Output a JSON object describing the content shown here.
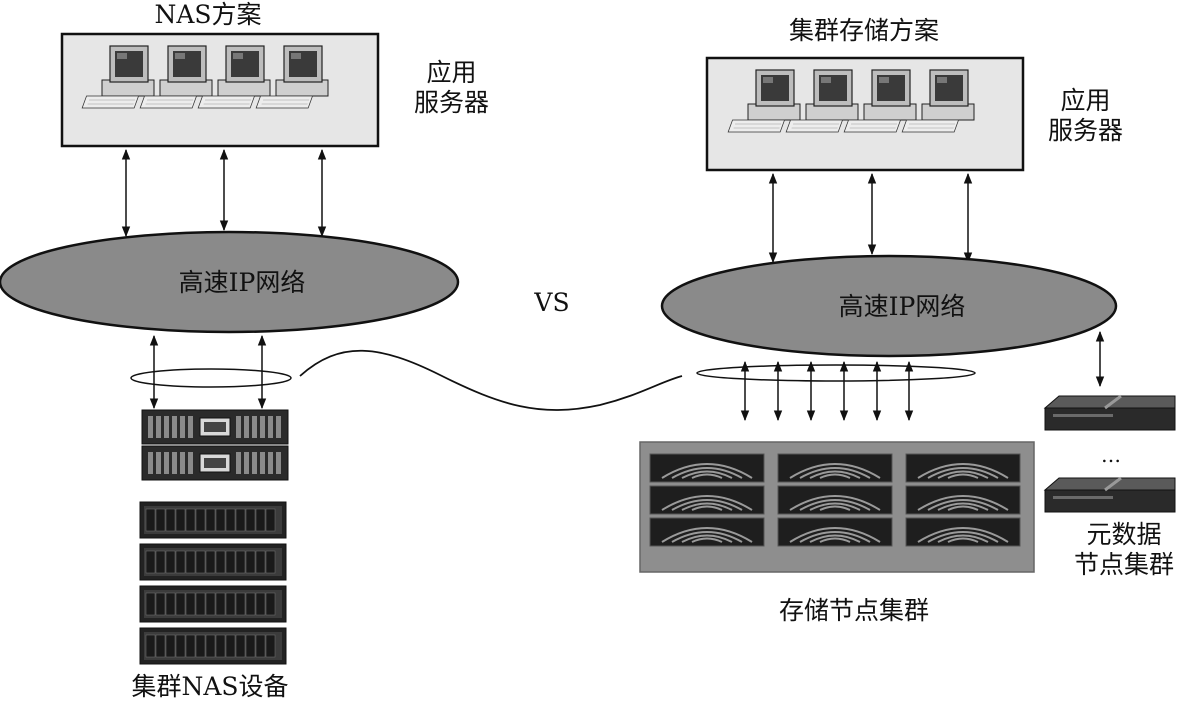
{
  "left": {
    "title": "NAS方案",
    "app_server_label": [
      "应用",
      "服务器"
    ],
    "network_label": "高速IP网络",
    "device_label": "集群NAS设备"
  },
  "center": {
    "vs_label": "VS"
  },
  "right": {
    "title": "集群存储方案",
    "app_server_label": [
      "应用",
      "服务器"
    ],
    "network_label": "高速IP网络",
    "storage_label": "存储节点集群",
    "metadata_ellipsis": "…",
    "metadata_label": [
      "元数据",
      "节点集群"
    ]
  },
  "colors": {
    "network_fill": "#8a8a8a",
    "server_box_fill": "#e6e6e6",
    "device_dark": "#2a2a2a",
    "storage_panel": "#8e8e8e"
  }
}
